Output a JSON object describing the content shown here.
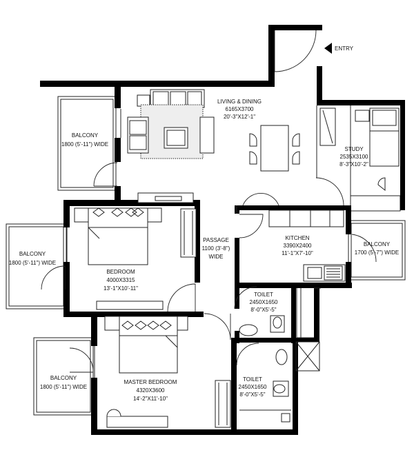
{
  "plan": {
    "entry": "ENTRY",
    "rooms": {
      "living": {
        "name": "LIVING & DINING",
        "size_mm": "6165X3700",
        "size_ft": "20'-3\"X12'-1\""
      },
      "study": {
        "name": "STUDY",
        "size_mm": "2535X3100",
        "size_ft": "8'-3\"X10'-2\""
      },
      "balcony_top_left": {
        "name": "BALCONY",
        "size": "1800 (5'-11\") WIDE"
      },
      "balcony_mid_left": {
        "name": "BALCONY",
        "size": "1800 (5'-11\") WIDE"
      },
      "balcony_bottom_left": {
        "name": "BALCONY",
        "size": "1800 (5'-11\") WIDE"
      },
      "balcony_right": {
        "name": "BALCONY",
        "size": "1700 (5'-7\") WIDE"
      },
      "passage": {
        "name": "PASSAGE",
        "size": "1100 (3'-8\")",
        "extra": "WIDE"
      },
      "kitchen": {
        "name": "KITCHEN",
        "size_mm": "3390X2400",
        "size_ft": "11'-1\"X7'-10\""
      },
      "bedroom": {
        "name": "BEDROOM",
        "size_mm": "4000X3315",
        "size_ft": "13'-1\"X10'-11\""
      },
      "toilet_1": {
        "name": "TOILET",
        "size_mm": "2450X1650",
        "size_ft": "8'-0\"X5'-5\""
      },
      "toilet_2": {
        "name": "TOILET",
        "size_mm": "2450X1650",
        "size_ft": "8'-0\"X5'-5\""
      },
      "master_bedroom": {
        "name": "MASTER BEDROOM",
        "size_mm": "4320X3600",
        "size_ft": "14'-2\"X11'-10\""
      }
    }
  }
}
